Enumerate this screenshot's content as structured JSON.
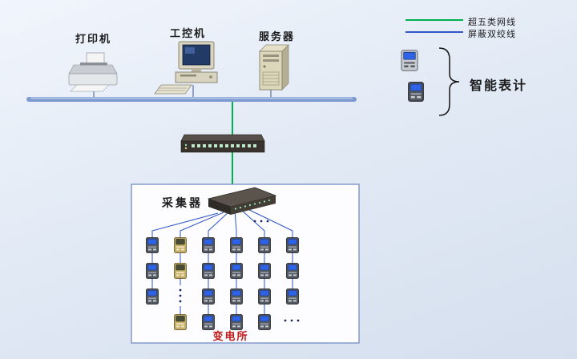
{
  "legend": {
    "items": [
      {
        "name": "cat5e-cable",
        "label": "超五类网线",
        "color": "#00b050"
      },
      {
        "name": "shielded-twisted-pair",
        "label": "屏蔽双绞线",
        "color": "#2f55c8"
      }
    ]
  },
  "devices": {
    "printer": {
      "label": "打印机"
    },
    "industrial_pc": {
      "label": "工控机"
    },
    "server": {
      "label": "服务器"
    }
  },
  "labels": {
    "smart_meters": "智能表计",
    "collector": "采集器",
    "substation": "变电所"
  },
  "colors": {
    "cat5e_green": "#00b050",
    "twisted_pair_blue": "#2f55c8",
    "bus": "#7d9bd0",
    "substation_red": "#c01818",
    "background": "#dfe8f4"
  },
  "collector_network": {
    "meter_columns": 6,
    "meter_rows": 4
  }
}
